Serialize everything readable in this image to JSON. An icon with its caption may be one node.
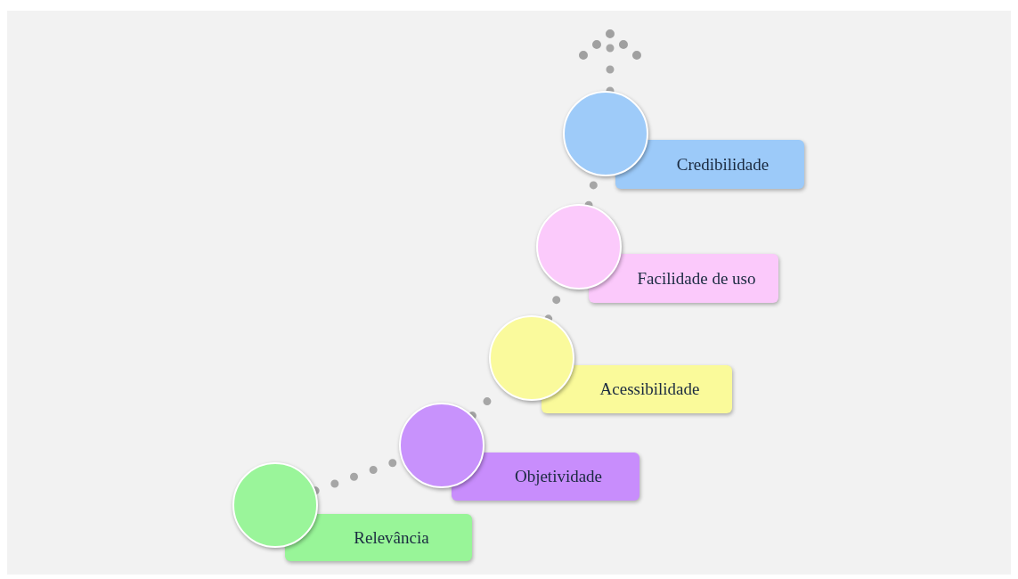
{
  "diagram": {
    "nodes": [
      {
        "text": [],
        "shape": "circle"
      },
      {
        "text": [
          "Relevância"
        ]
      },
      {
        "text": [],
        "shape": "circle"
      },
      {
        "text": [
          "Objetividade"
        ]
      },
      {
        "text": [],
        "shape": "circle"
      },
      {
        "text": [
          "Acessibilidade"
        ]
      },
      {
        "text": [],
        "shape": "circle"
      },
      {
        "text": [
          "Facilidade de uso"
        ]
      },
      {
        "text": [],
        "shape": "circle"
      },
      {
        "text": [
          "Credibilidade"
        ]
      }
    ],
    "edges": [
      {
        "from": 0,
        "to": 2,
        "arrow": "none",
        "style": "dashed"
      },
      {
        "from": 2,
        "to": 4,
        "arrow": "none",
        "style": "dashed"
      },
      {
        "from": 4,
        "to": 6,
        "arrow": "none",
        "style": "dashed"
      },
      {
        "from": 6,
        "to": 8,
        "arrow": "none",
        "style": "dashed"
      },
      {
        "from": 8,
        "to": null,
        "arrow": "to",
        "style": "dashed"
      }
    ]
  }
}
